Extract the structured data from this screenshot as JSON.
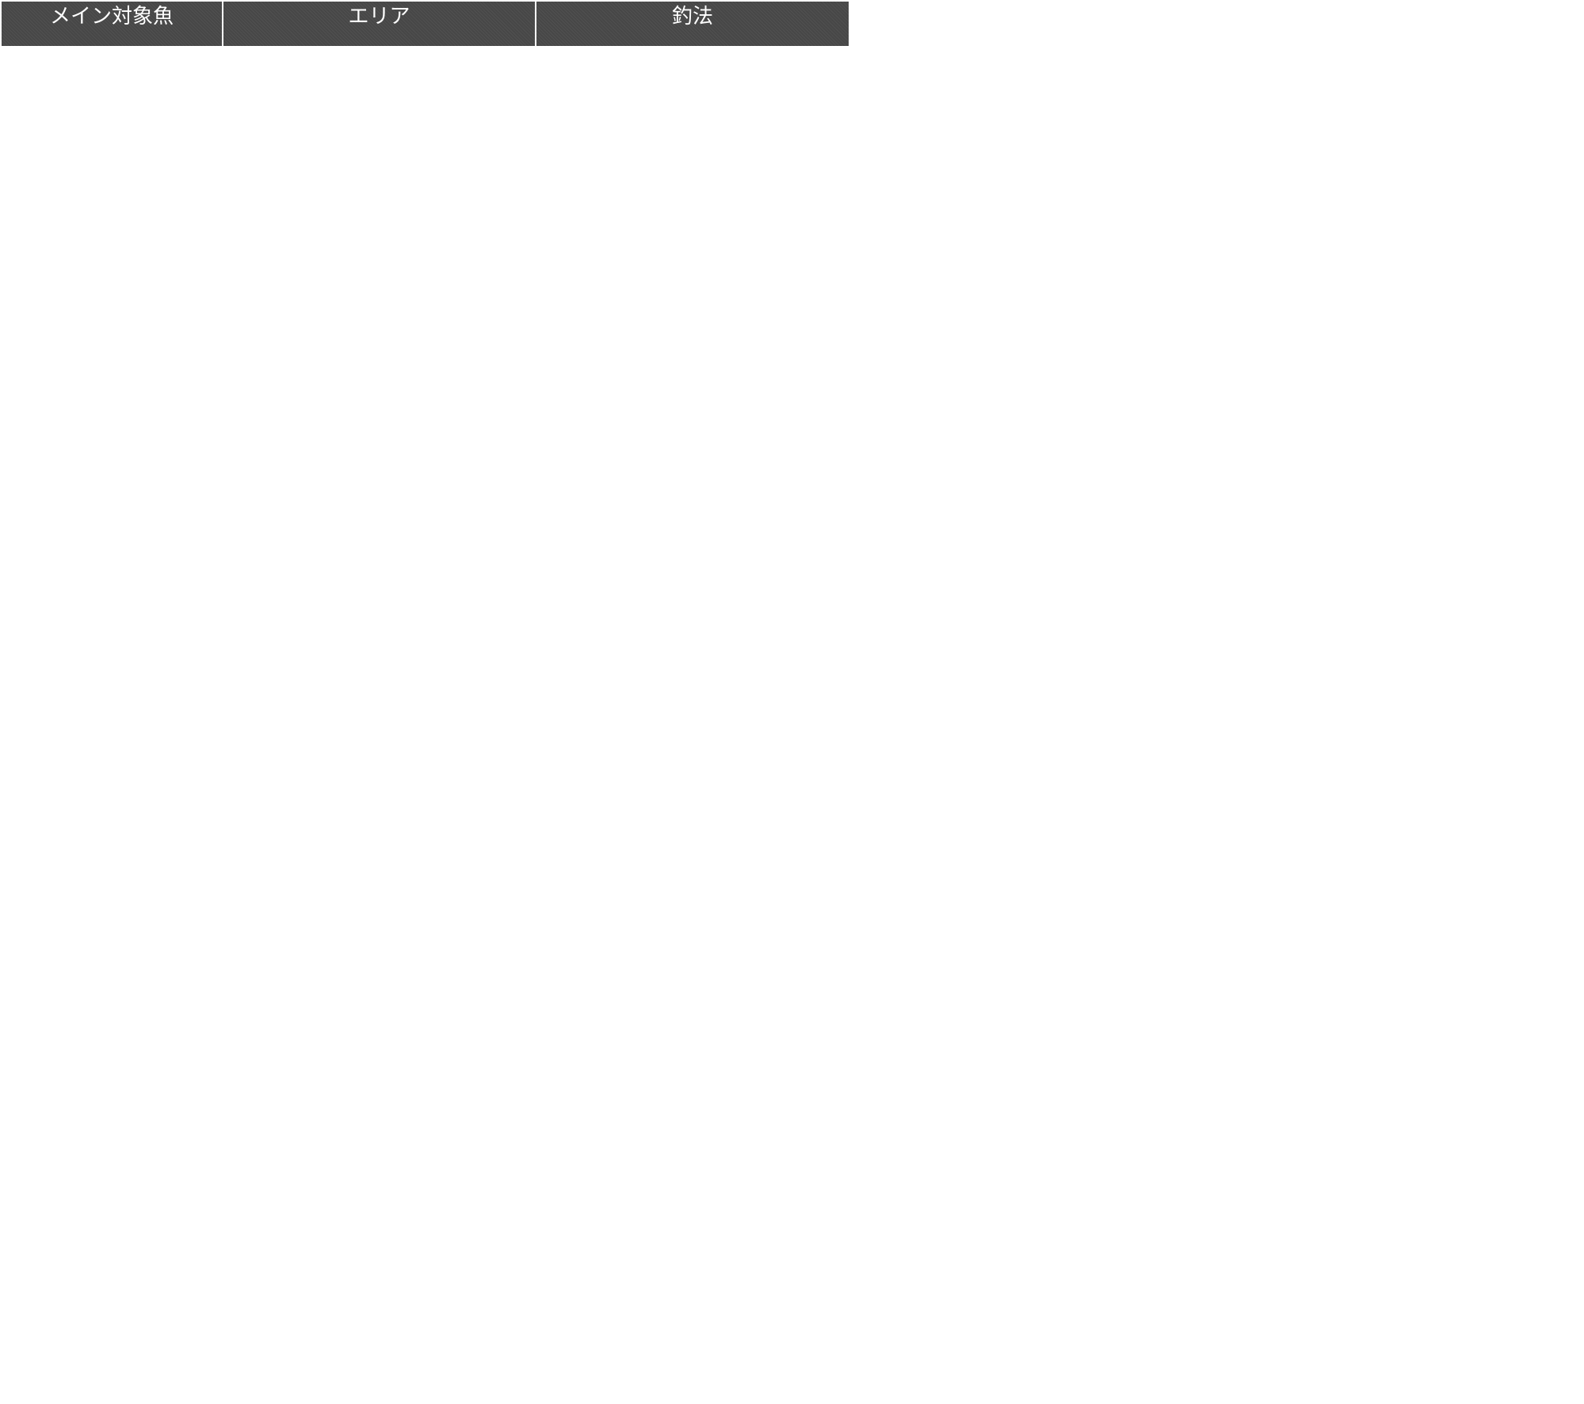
{
  "table": {
    "headers": [
      {
        "label": "メイン対象魚"
      },
      {
        "label": "エリア"
      },
      {
        "label": "釣法"
      }
    ]
  },
  "colors": {
    "header_background": "#474747",
    "header_text": "#ffffff",
    "page_background": "#ffffff"
  }
}
